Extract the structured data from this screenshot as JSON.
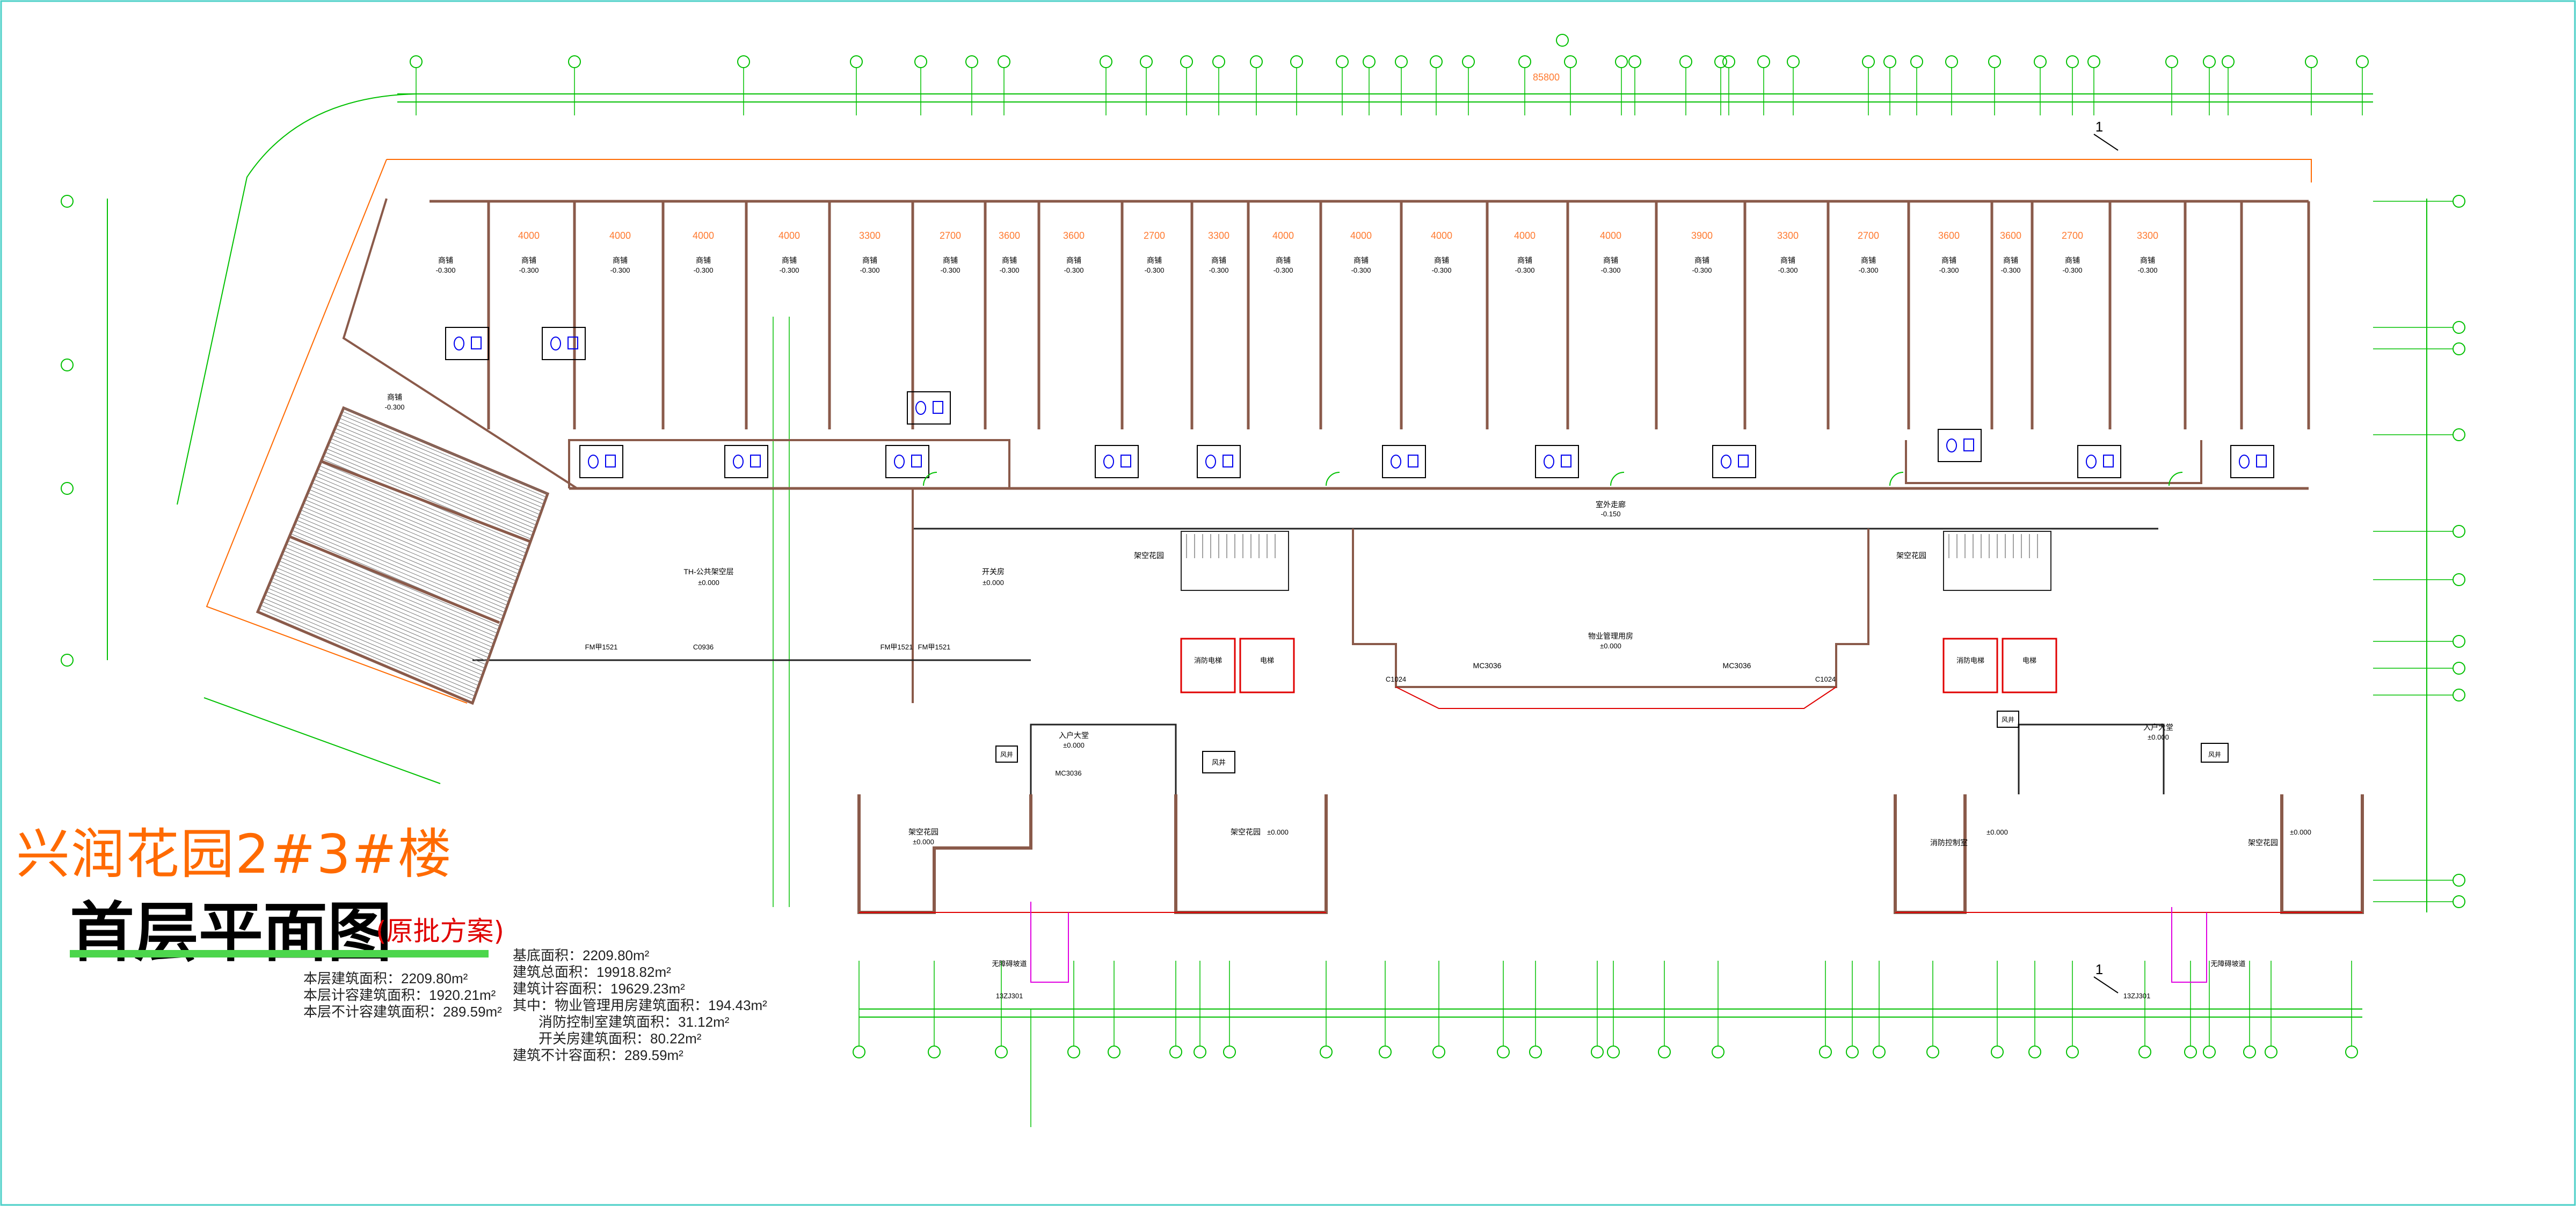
{
  "titles": {
    "main": "兴润花园2#3#楼",
    "plan": "首层平面图",
    "note": "(原批方案)"
  },
  "stats_left": [
    "本层建筑面积：2209.80m²",
    "本层计容建筑面积：1920.21m²",
    "本层不计容建筑面积：289.59m²"
  ],
  "stats_mid": [
    "基底面积：2209.80m²",
    "建筑总面积：19918.82m²",
    "建筑计容面积：19629.23m²",
    "其中：物业管理用房建筑面积：194.43m²",
    "消防控制室建筑面积：31.12m²",
    "开关房建筑面积：80.22m²",
    "建筑不计容面积：289.59m²"
  ],
  "labels": {
    "shop": "商铺",
    "shop_level": "-0.300",
    "corridor": "室外走廊",
    "corridor_level": "-0.150",
    "lobby": "入户大堂",
    "lobby_level": "±0.000",
    "property_room": "物业管理用房",
    "switch_room": "开关房",
    "fire_control": "消防控制室",
    "fan": "风井",
    "balcony": "架空花园",
    "zero": "±0.000",
    "mc3036": "MC3036",
    "fmy": "FM甲1521",
    "c0936": "C0936",
    "section": "1",
    "ramp": "无障碍坡道",
    "ramp_ref": "13ZJ301",
    "dim_total": "85800"
  },
  "colors": {
    "axis": "#00c000",
    "dim_text": "#ff7a30",
    "wall": "#8a5a4a",
    "wall_thin": "#222222",
    "orange_line": "#ff6a00",
    "hatch": "#777777",
    "fixture": "#0000ee",
    "magenta": "#e000e0",
    "red": "#e00000",
    "green_bar": "#4cd64c"
  }
}
